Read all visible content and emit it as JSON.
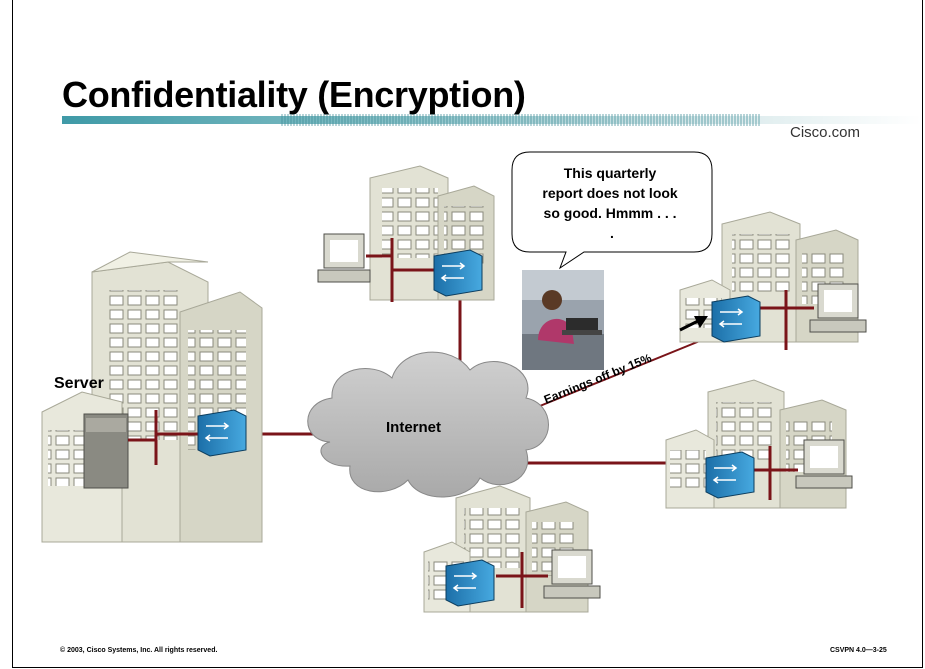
{
  "slide": {
    "title": "Confidentiality (Encryption)",
    "brand": "Cisco.com",
    "copyright": "© 2003, Cisco Systems, Inc. All rights reserved.",
    "code": "CSVPN 4.0—3-25"
  },
  "diagram": {
    "server_label": "Server",
    "cloud_label": "Internet",
    "speech_lines": [
      "This quarterly",
      "report does not look",
      "so good. Hmmm . . .",
      "."
    ],
    "message_label": "Earnings off by 15%"
  },
  "colors": {
    "link_red": "#7a1419",
    "building_light": "#e2e2d4",
    "building_shade": "#c8c8b6",
    "cloud": "#bcbcbc",
    "device_blue": "#2e8fd0",
    "title_bar": "#4aa3b0"
  }
}
